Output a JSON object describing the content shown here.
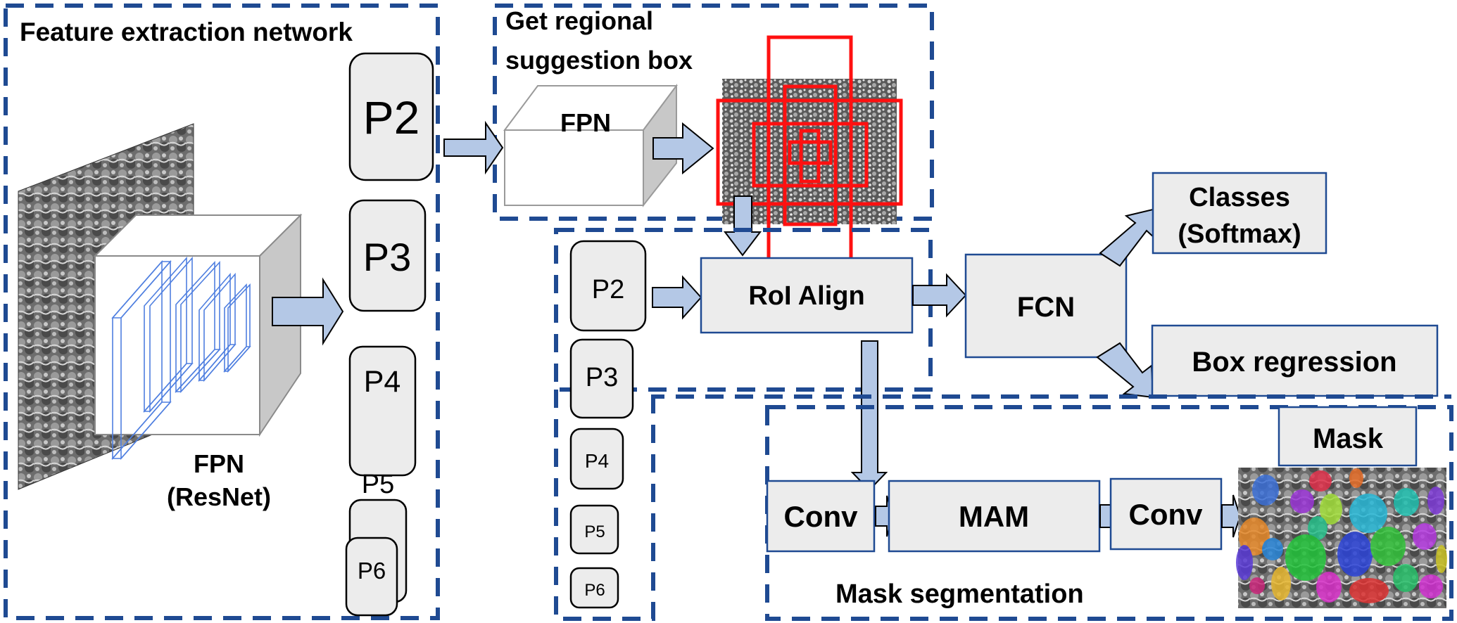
{
  "sections": {
    "feature_extraction": {
      "title": "Feature extraction network"
    },
    "regional_suggestion": {
      "title_line1": "Get regional",
      "title_line2": "suggestion box"
    },
    "mask_segmentation": {
      "title": "Mask segmentation"
    }
  },
  "backbone": {
    "label_line1": "FPN",
    "label_line2": "(ResNet)"
  },
  "pyramid_levels_left": [
    "P2",
    "P3",
    "P4",
    "P5",
    "P6"
  ],
  "pyramid_levels_mid": [
    "P2",
    "P3",
    "P4",
    "P5",
    "P6"
  ],
  "rpn": {
    "label": "FPN"
  },
  "blocks": {
    "roi_align": "RoI Align",
    "fcn": "FCN",
    "classes_line1": "Classes",
    "classes_line2": "(Softmax)",
    "box_regression": "Box regression",
    "conv1": "Conv",
    "mam": "MAM",
    "conv2": "Conv",
    "mask": "Mask"
  },
  "colors": {
    "dash_border": "#1f4a92",
    "arrow_fill": "#b4c8e6",
    "block_fill": "#ececec",
    "proposal_box": "#ff1010"
  }
}
